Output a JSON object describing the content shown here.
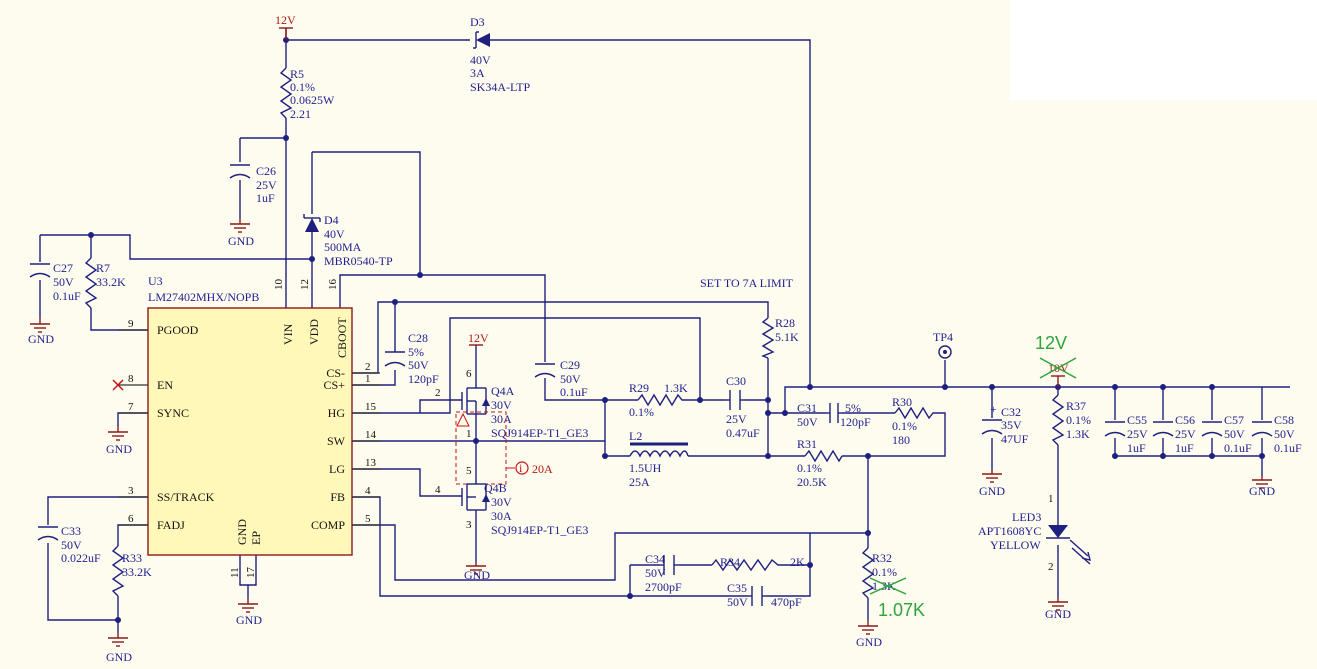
{
  "labels": {
    "net_12v_top": "12V",
    "net_12v_q4a": "12V",
    "set_limit": "SET TO 7A LIMIT",
    "tp4": "TP4",
    "green_12v": "12V",
    "struck_10v": "10V",
    "green_1_07k": "1.07K",
    "struck_1_3k": "1.3K",
    "q_current": "20A"
  },
  "ic": {
    "ref": "U3",
    "part": "LM27402MHX/NOPB",
    "pins_left": [
      {
        "num": "9",
        "name": "PGOOD"
      },
      {
        "num": "8",
        "name": "EN"
      },
      {
        "num": "7",
        "name": "SYNC"
      },
      {
        "num": "3",
        "name": "SS/TRACK"
      },
      {
        "num": "6",
        "name": "FADJ"
      }
    ],
    "pins_right": [
      {
        "num": "2",
        "name": "CS-"
      },
      {
        "num": "1",
        "name": "CS+"
      },
      {
        "num": "15",
        "name": "HG"
      },
      {
        "num": "14",
        "name": "SW"
      },
      {
        "num": "13",
        "name": "LG"
      },
      {
        "num": "4",
        "name": "FB"
      },
      {
        "num": "5",
        "name": "COMP"
      }
    ],
    "pins_top": [
      {
        "num": "10",
        "name": "VIN"
      },
      {
        "num": "12",
        "name": "VDD"
      },
      {
        "num": "16",
        "name": "CBOOT"
      }
    ],
    "pins_bottom": [
      {
        "num": "11",
        "name": "GND"
      },
      {
        "num": "17",
        "name": "EP"
      }
    ]
  },
  "components": {
    "D3": [
      "D3",
      "40V",
      "3A",
      "SK34A-LTP"
    ],
    "R5": [
      "R5",
      "0.1%",
      "0.0625W",
      "2.21"
    ],
    "C26": [
      "C26",
      "25V",
      "1uF"
    ],
    "D4": [
      "D4",
      "40V",
      "500MA",
      "MBR0540-TP"
    ],
    "C27": [
      "C27",
      "50V",
      "0.1uF"
    ],
    "R7": [
      "R7",
      "33.2K"
    ],
    "C28": [
      "C28",
      "5%",
      "50V",
      "120pF"
    ],
    "C29": [
      "C29",
      "50V",
      "0.1uF"
    ],
    "R28": [
      "R28",
      "5.1K"
    ],
    "R29": [
      "R29",
      "1.3K",
      "0.1%"
    ],
    "C30": [
      "C30",
      "25V",
      "0.47uF"
    ],
    "C31": [
      "C31",
      "5%",
      "50V",
      "120pF"
    ],
    "R30": [
      "R30",
      "0.1%",
      "180"
    ],
    "L2": [
      "L2",
      "1.5UH",
      "25A"
    ],
    "R31": [
      "R31",
      "0.1%",
      "20.5K"
    ],
    "Q4A": [
      "Q4A",
      "30V",
      "30A",
      "SQJ914EP-T1_GE3"
    ],
    "Q4B": [
      "Q4B",
      "30V",
      "30A",
      "SQJ914EP-T1_GE3"
    ],
    "C32": [
      "C32",
      "35V",
      "47UF"
    ],
    "R37": [
      "R37",
      "0.1%",
      "1.3K"
    ],
    "LED3": [
      "LED3",
      "APT1608YC",
      "YELLOW"
    ],
    "C55": [
      "C55",
      "25V",
      "1uF"
    ],
    "C56": [
      "C56",
      "25V",
      "1uF"
    ],
    "C57": [
      "C57",
      "50V",
      "0.1uF"
    ],
    "C58": [
      "C58",
      "50V",
      "0.1uF"
    ],
    "C33": [
      "C33",
      "50V",
      "0.022uF"
    ],
    "R33": [
      "R33",
      "33.2K"
    ],
    "C34": [
      "C34",
      "50V",
      "2700pF"
    ],
    "R34": [
      "R34",
      "2K"
    ],
    "C35": [
      "C35",
      "50V",
      "470pF"
    ],
    "R32": [
      "R32",
      "0.1%"
    ]
  },
  "gnd": "GND",
  "misc_pins": {
    "q4a_top": "6",
    "q4a_gate": "2",
    "q4a_src": "1",
    "q4b_drain": "5",
    "q4b_gate": "4",
    "q4b_src": "3",
    "led_a": "1",
    "led_k": "2",
    "cap_plus": "+"
  },
  "colors": {
    "wire": "#1e2080",
    "text": "#1f1f8f",
    "power": "#8b1a1a",
    "annotation": "#2ea43a",
    "background": "#fdfcef"
  }
}
